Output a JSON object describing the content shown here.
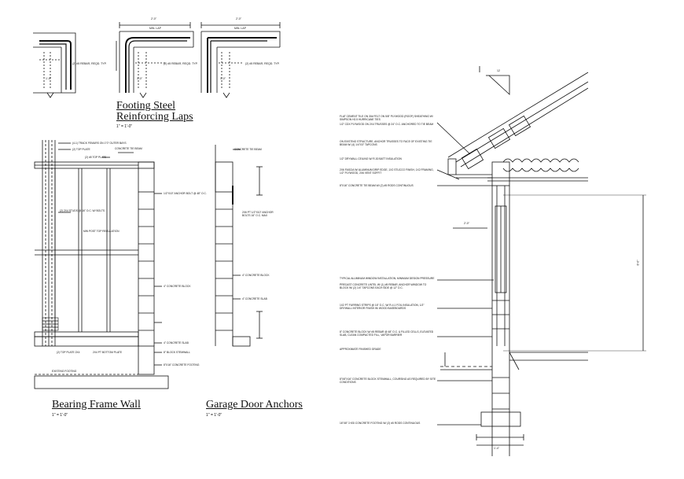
{
  "titles": {
    "footing_steel": {
      "line1": "Footing Steel",
      "line2": "Reinforcing Laps",
      "scale": "1\" = 1'-0\""
    },
    "bearing_frame": {
      "text": "Bearing Frame Wall",
      "scale": "1\" = 1'-0\""
    },
    "garage_door": {
      "text": "Garage Door Anchors",
      "scale": "1\" = 1'-0\""
    }
  },
  "footing_details": {
    "dim_labels": [
      "1'-0\"",
      "1'-0\"",
      "1'-0\"",
      "2'-0\"",
      "2'-0\""
    ],
    "lap_labels": [
      "MIN. LAP",
      "MIN. LAP"
    ],
    "rebar_notes": [
      "(2) #5 REBAR, REQD. TYP.",
      "(2) #5 REBAR, REQD. TYP.",
      "(2) #5 REBAR, REQD. TYP."
    ]
  },
  "bearing_wall_notes": [
    "(4-1) TRACK FEMURS ON 1\"0\" OUTER BAYS",
    "(2) TOP PLATE",
    "CONCRETE TIE BEAM",
    "(2) #5 TOP PLATE",
    "(2) 2X4 STUDS @ 16\" O.C. W/ BOLTS",
    "1/2\"X10\" ANCHOR BOLT @ 48\" O.C.",
    "4\" CONCRETE BLOCK",
    "4\" CONCRETE SLAB",
    "(2) TOP PLATE 2X4",
    "2X4 PT BOTTOM PLATE",
    "8\" BLOCK STEMWALL",
    "8\"X16\" CONCRETE FOOTING",
    "EXISTING FOOTING",
    "MIN POST TOP REGULATION"
  ],
  "garage_notes": [
    "CONCRETE TIE BEAM",
    "2X6 PT 1/2\"X10\" ANCHOR BOLTS 16\" O.C. MAX",
    "4\" CONCRETE BLOCK",
    "4\" CONCRETE SLAB"
  ],
  "section_notes": [
    "FLAT CEMENT TILE ON 30# FELT ON 5/8\" PLYWOOD (ROOF) SHEATHING W/ SIMPSON H2.5 HURRICANE TIES",
    "1/2\" CDX PLYWOOD ON 2X4 TRUSSES @ 24\" O.C. ANCHORED TO TIE BEAM",
    "ON EXISTING STRUCTURE, ANCHOR TRUSSES TO FACE OF EXISTING TIE BEAM W/ (4) 1/4\"X3\" TAPCONS",
    "1/2\" DRYWALL CEILING W/ R-30 BATT INSULATION",
    "2X6 FASCIA W/ ALUMINUM DRIP EDGE, 1X2 STUCCO FINISH, 1X2 FRAMING, 1/2\" PLYWOOD, 2X6 VENT SOFFIT",
    "8\"X16\" CONCRETE TIE BEAM W/ (2) #5 RODS CONTINUOUS",
    "TYPICAL ALUMINUM WINDOW INSTALLATION, MINIMUM DESIGN PRESSURE",
    "PRECAST CONCRETE LINTEL W/ (1) #5 REBAR, ANCHOR WINDOW TO BLOCK W/ (2) 1/4\" TAPCONS EACH SIDE @ 12\" O.C.",
    "1X2 PT FURRING STRIPS @ 16\" O.C. W/ R-4.1 FOIL INSULATION, 1/2\" DRYWALL INTERIOR FINISH W/ WOOD BASEBOARDS",
    "8\" CONCRETE BLOCK W/ #5 REBAR @ 48\" O.C. & FILLED CELLS, ELEVATED SLAB, CLEAN COMPACTED FILL, VAPOR BARRIER",
    "APPROXIMATE FINISHED GRADE",
    "8\"X8\"X16\" CONCRETE BLOCK STEMWALL, COURSING AS REQUIRED BY SITE CONDITIONS",
    "16\"X8\" 3 KSI CONCRETE FOOTING W/ (2) #5 RODS CONTINUOUS"
  ],
  "section_dims": {
    "wall_height": "8'-0\"",
    "soffit": "2'-0\"",
    "footing": "1'-4\"",
    "pitch": "12"
  }
}
